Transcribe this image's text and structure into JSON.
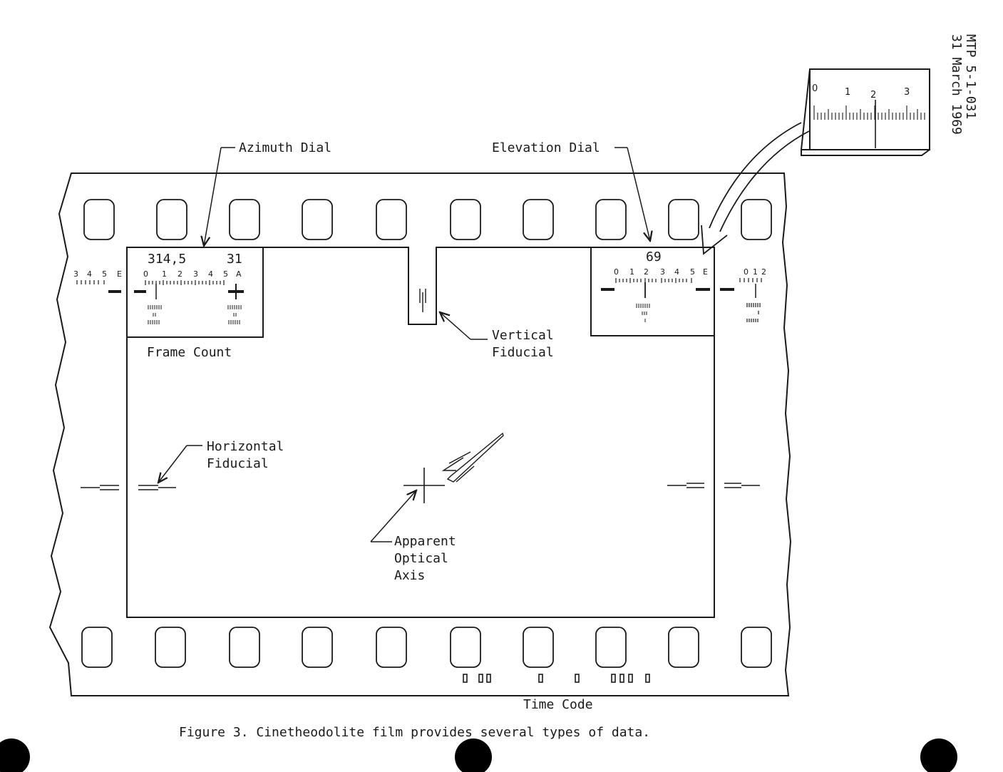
{
  "header": {
    "doc_number": "MTP 5-1-031",
    "doc_date": "31 March 1969"
  },
  "labels": {
    "azimuth_dial": "Azimuth Dial",
    "elevation_dial": "Elevation Dial",
    "frame_count": "Frame Count",
    "vertical_fiducial_1": "Vertical",
    "vertical_fiducial_2": "Fiducial",
    "horizontal_fiducial_1": "Horizontal",
    "horizontal_fiducial_2": "Fiducial",
    "optical_axis_1": "Apparent",
    "optical_axis_2": "Optical",
    "optical_axis_3": "Axis",
    "time_code": "Time Code"
  },
  "azimuth_readout": {
    "value": "314,5",
    "count": "31"
  },
  "elevation_readout": {
    "value": "69"
  },
  "azimuth_scale": [
    "0",
    "1",
    "2",
    "3",
    "4",
    "5",
    "A"
  ],
  "azimuth_left_scale": [
    "3",
    "4",
    "5",
    "E"
  ],
  "elevation_scale": [
    "0",
    "1",
    "2",
    "3",
    "4",
    "5",
    "E"
  ],
  "elevation_right_scale": [
    "0",
    "1",
    "2"
  ],
  "inset_scale": [
    "0",
    "1",
    "2",
    "3"
  ],
  "caption": "Figure 3.  Cinetheodolite film provides several types of data."
}
